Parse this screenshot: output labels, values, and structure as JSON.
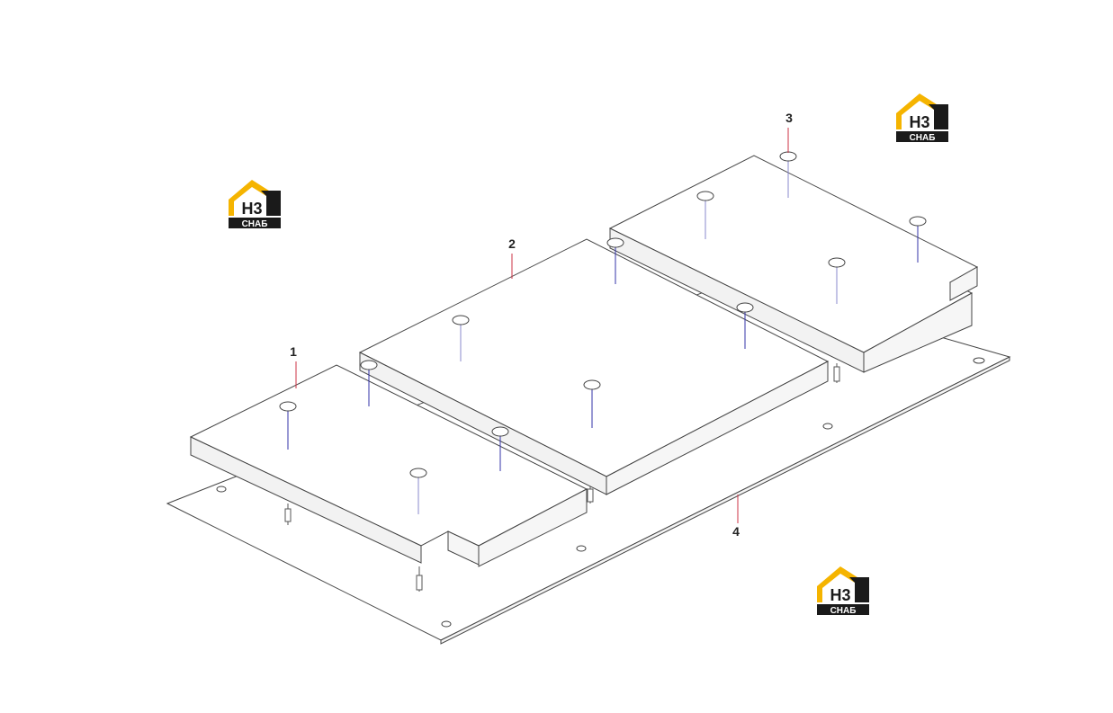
{
  "callouts": {
    "part_1": "1",
    "part_2": "2",
    "part_3": "3",
    "part_4": "4"
  },
  "logo": {
    "letters": "H3",
    "subtitle": "СНАБ",
    "colors": {
      "roof": "#f5b400",
      "body": "#1a1a1a",
      "text": "#ffffff",
      "letters": "#1a1a1a"
    }
  },
  "colors": {
    "outline": "#444444",
    "leader_red": "#cc3344",
    "bolt_blue": "#3333aa",
    "bolt_blue_light": "#8888cc"
  }
}
